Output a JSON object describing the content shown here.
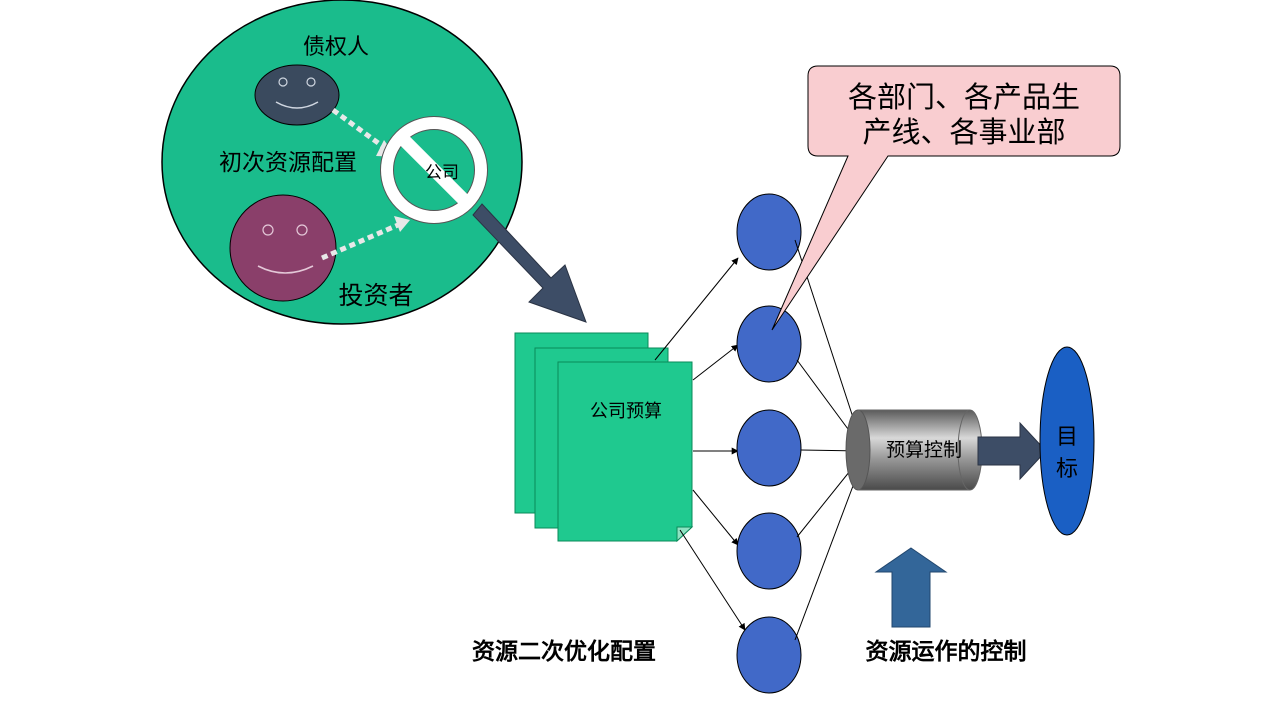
{
  "top_group": {
    "creditor_label": "债权人",
    "initial_allocation_label": "初次资源配置",
    "company_label": "公司",
    "investor_label": "投资者"
  },
  "callout": {
    "line1": "各部门、各产品生",
    "line2": "产线、各事业部"
  },
  "budget_doc": {
    "label": "公司预算"
  },
  "budget_control": {
    "label": "预算控制"
  },
  "target": {
    "line1": "目",
    "line2": "标"
  },
  "captions": {
    "secondary_allocation": "资源二次优化配置",
    "operation_control": "资源运作的控制"
  },
  "colors": {
    "group_green": "#1abc8c",
    "doc_green": "#1fc98f",
    "creditor_face": "#3a4a5e",
    "investor_face": "#8a3f6a",
    "dept_node": "#4169c8",
    "target_blue": "#1a5fc4",
    "callout_fill": "#f9cdd0",
    "arrow_slate": "#3d4d66",
    "up_arrow": "#336699"
  }
}
